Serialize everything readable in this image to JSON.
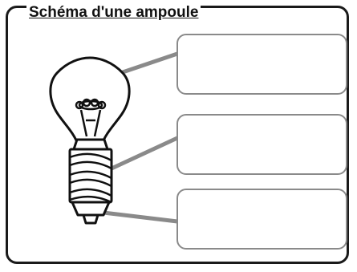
{
  "title": "Schéma d'une ampoule",
  "colors": {
    "frame": "#1a1a1a",
    "leader_lines": "#8a8a8a",
    "box_border": "#8a8a8a",
    "bulb_outline": "#111111"
  },
  "labels": [
    {
      "id": "glass-bulb",
      "value": ""
    },
    {
      "id": "screw-base",
      "value": ""
    },
    {
      "id": "contact-tip",
      "value": ""
    }
  ]
}
